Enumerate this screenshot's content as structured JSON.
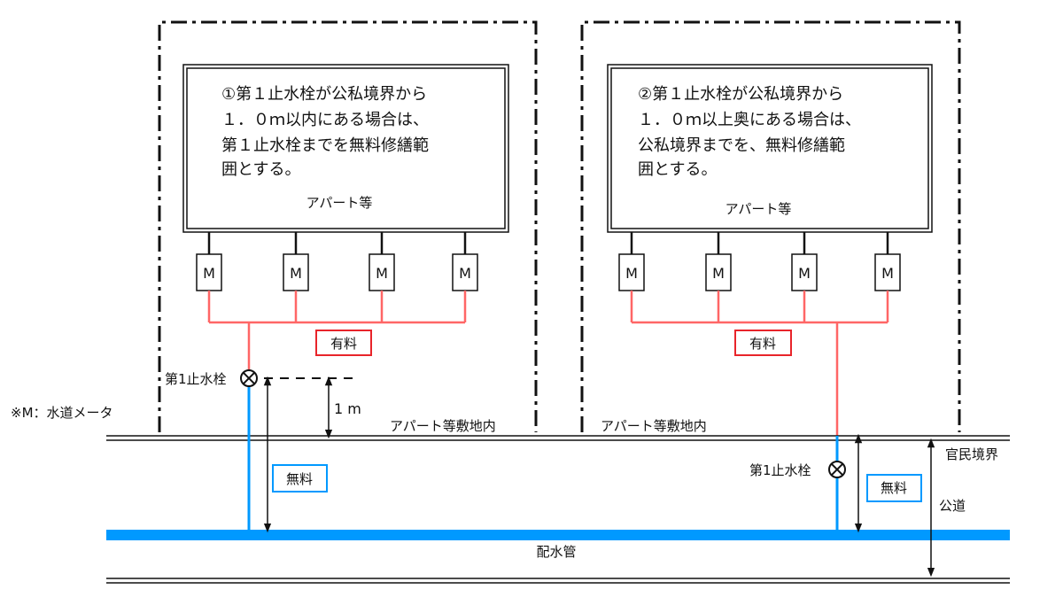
{
  "colors": {
    "paid": "#ff6666",
    "paid_box": "#e8242a",
    "free": "#0099ff",
    "line": "#111111"
  },
  "left_panel": {
    "description_lines": [
      "①第１止水栓が公私境界から",
      "１．０ｍ以内にある場合は、",
      "第１止水栓までを無料修繕範",
      "囲とする。"
    ],
    "building_label": "アパート等",
    "meters": [
      "M",
      "M",
      "M",
      "M"
    ],
    "paid_label": "有料",
    "valve_label": "第1止水栓",
    "distance_label": "1 m",
    "free_label": "無料",
    "premises_label": "アパート等敷地内"
  },
  "right_panel": {
    "description_lines": [
      "②第１止水栓が公私境界から",
      "１．０ｍ以上奥にある場合は、",
      "公私境界までを、無料修繕範",
      "囲とする。"
    ],
    "building_label": "アパート等",
    "meters": [
      "M",
      "M",
      "M",
      "M"
    ],
    "paid_label": "有料",
    "valve_label": "第1止水栓",
    "free_label": "無料",
    "premises_label": "アパート等敷地内"
  },
  "legend_note": "※M：水道メータ",
  "boundary_label": "官民境界",
  "road_label": "公道",
  "main_pipe_label": "配水管"
}
